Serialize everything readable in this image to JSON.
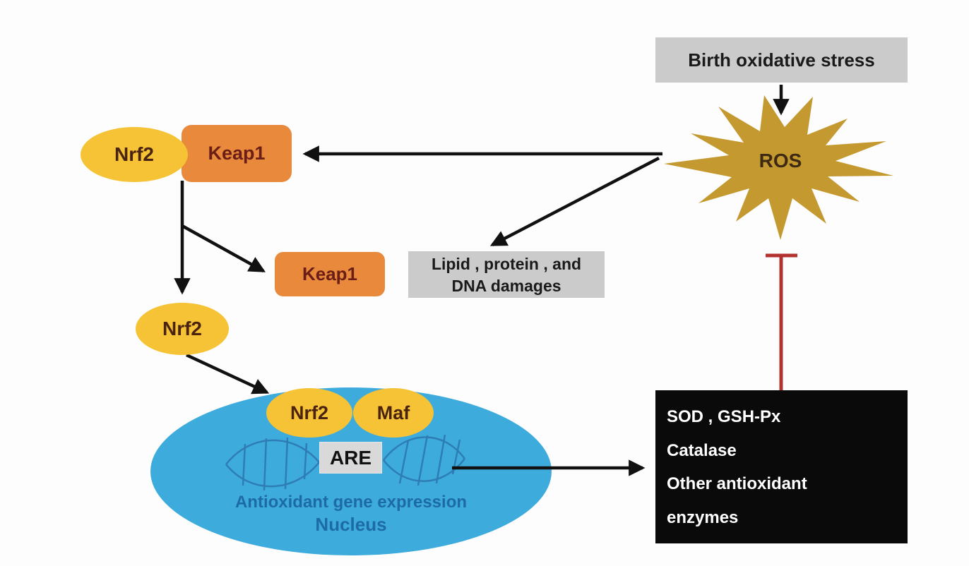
{
  "diagram": {
    "birth_box_label": "Birth oxidative stress",
    "ros_label": "ROS",
    "complex": {
      "nrf2_label": "Nrf2",
      "keap1_label": "Keap1"
    },
    "released_keap1_label": "Keap1",
    "free_nrf2_label": "Nrf2",
    "damage_box": {
      "line1": "Lipid , protein , and",
      "line2": "DNA damages"
    },
    "nucleus": {
      "nrf2_label": "Nrf2",
      "maf_label": "Maf",
      "are_label": "ARE",
      "gene_expression_label": "Antioxidant gene expression",
      "name_label": "Nucleus"
    },
    "enzymes_box": {
      "line1": "SOD , GSH-Px",
      "line2": "Catalase",
      "line3": "Other antioxidant",
      "line4": "enzymes"
    },
    "colors": {
      "yellow": "#f5c335",
      "orange": "#e8893c",
      "star_gold": "#c49a30",
      "nucleus_blue": "#3eabdd",
      "dna_stroke": "#2e7db5",
      "nucleus_text_blue": "#1d6ba6",
      "gray_box": "#cbcbcb",
      "are_gray": "#d9d9d9",
      "enzymes_black": "#0a0a0a",
      "inhibition_red": "#b23230",
      "arrow_black": "#111111"
    }
  }
}
